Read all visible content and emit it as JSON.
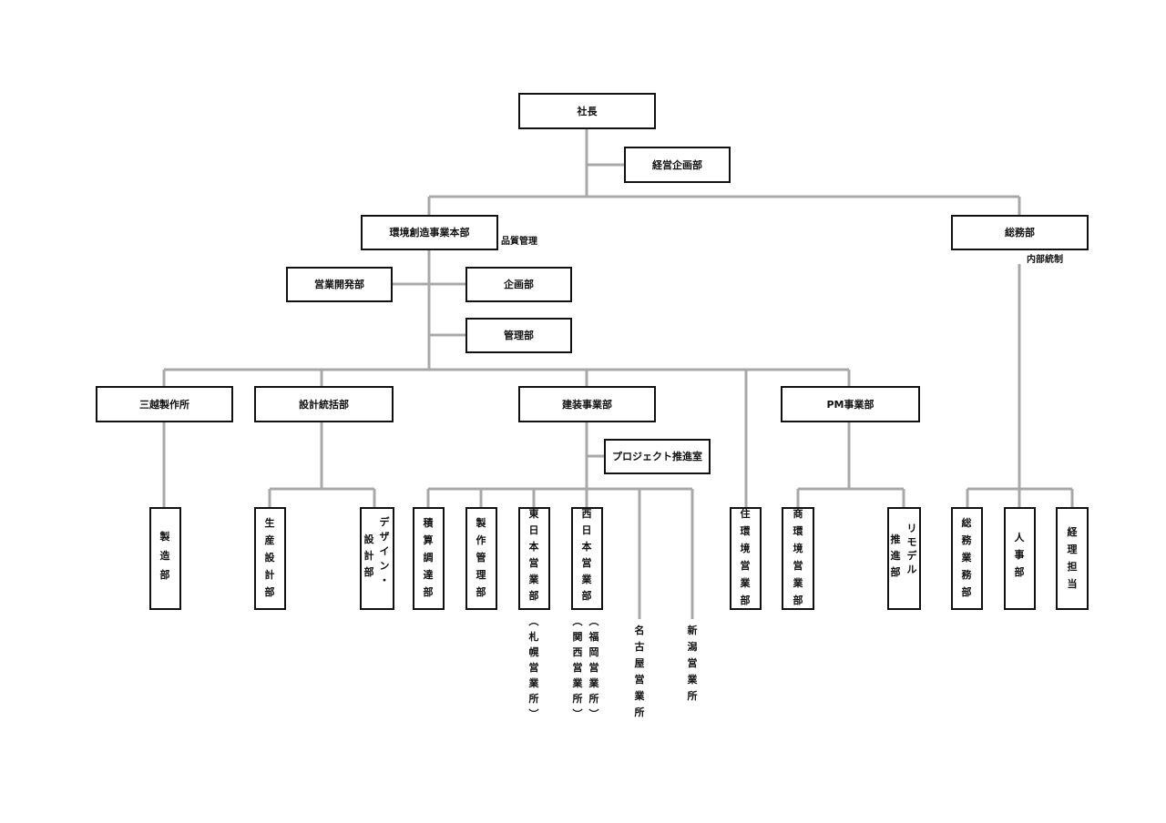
{
  "org": {
    "president": "社長",
    "corporate_planning": "経営企画部",
    "env_division": "環境創造事業本部",
    "quality_note": "品質管理",
    "general_affairs": "総務部",
    "internal_control_note": "内部統制",
    "sales_dev": "営業開発部",
    "planning": "企画部",
    "management": "管理部",
    "mitsukoshi": "三越製作所",
    "design_supervision": "設計統括部",
    "construction": "建装事業部",
    "project_promotion": "プロジェクト推進室",
    "pm": "PM事業部",
    "manufacturing": "製造部",
    "production_design": "生産設計部",
    "design_planning": [
      "デザイン・",
      "設計部"
    ],
    "estimation": "積算調達部",
    "production_mgmt": "製作管理部",
    "east_japan": "東日本営業部",
    "sapporo": "（札幌営業所）",
    "west_japan": "西日本営業部",
    "kansai": "（関西営業所）",
    "fukuoka": "（福岡営業所）",
    "nagoya": "名古屋営業所",
    "niigata": "新潟営業所",
    "residential_sales": "住環境営業部",
    "commercial_sales": "商環境営業部",
    "remodel": [
      "リモデル",
      "推進部"
    ],
    "ga_dept": "総務業務部",
    "hr_dept": "人事部",
    "accounting": "経理担当"
  },
  "colors": {
    "connector": "#a8a8a8",
    "border": "#111111",
    "text": "#111111",
    "background": "#ffffff"
  }
}
